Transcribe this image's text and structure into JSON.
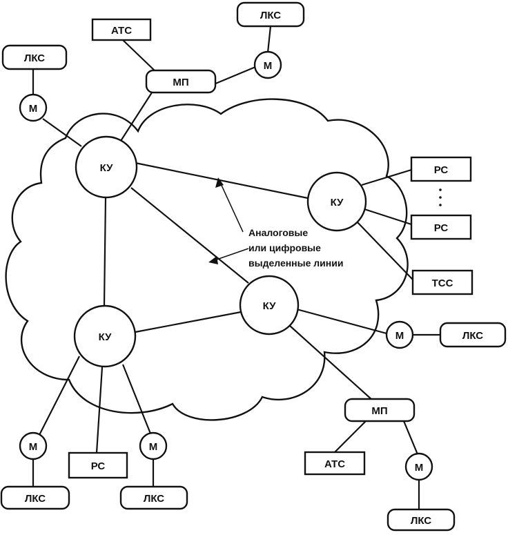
{
  "colors": {
    "ink": "#111111",
    "background": "#ffffff"
  },
  "nodes": {
    "ku_top_left": "КУ",
    "ku_right": "КУ",
    "ku_center": "КУ",
    "ku_bottom_left": "КУ",
    "modem": "М",
    "lks": "ЛКС",
    "ats": "АТС",
    "mp": "МП",
    "rs": "РС",
    "tss": "ТСС"
  },
  "annotation": {
    "line1": "Аналоговые",
    "line2": "или цифровые",
    "line3": "выделенные линии"
  },
  "ellipsis": "·\n·\n·"
}
